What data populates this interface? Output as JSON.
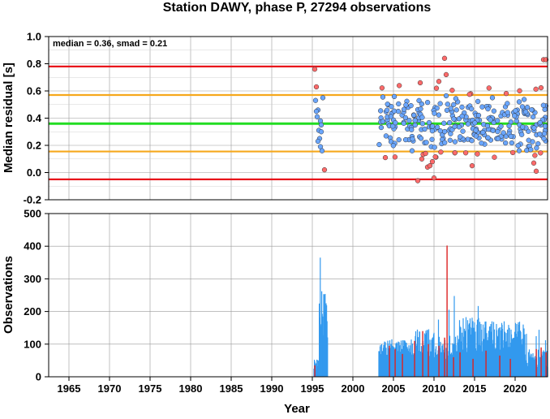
{
  "title": "Station DAWY, phase P, 27294 observations",
  "chart_data": [
    {
      "type": "scatter",
      "ylabel": "Median residual [s]",
      "xlim": [
        1962.5,
        2024
      ],
      "ylim": [
        -0.2,
        1.0
      ],
      "yticks": [
        -0.2,
        0.0,
        0.2,
        0.4,
        0.6,
        0.8,
        1.0
      ],
      "ytick_labels": [
        "-0.2",
        "0.0",
        "0.2",
        "0.4",
        "0.6",
        "0.8",
        "1.0"
      ],
      "grid": true,
      "annotation": "median = 0.36, smad = 0.21",
      "reference_lines": [
        {
          "y": 0.78,
          "color": "#e8141b"
        },
        {
          "y": 0.57,
          "color": "#f6a81c"
        },
        {
          "y": 0.36,
          "color": "#22dd22"
        },
        {
          "y": 0.155,
          "color": "#f6a81c"
        },
        {
          "y": -0.05,
          "color": "#e8141b"
        }
      ],
      "colors": {
        "inlier": "#6aa6ff",
        "outlier": "#ff6a6a"
      }
    },
    {
      "type": "bar",
      "xlabel": "Year",
      "ylabel": "Observations",
      "xlim": [
        1962.5,
        2024
      ],
      "ylim": [
        0,
        500
      ],
      "yticks": [
        0,
        100,
        200,
        300,
        400,
        500
      ],
      "ytick_labels": [
        "0",
        "100",
        "200",
        "300",
        "400",
        "500"
      ],
      "xticks": [
        1965,
        1970,
        1975,
        1980,
        1985,
        1990,
        1995,
        2000,
        2005,
        2010,
        2015,
        2020
      ],
      "xtick_labels": [
        "1965",
        "1970",
        "1975",
        "1980",
        "1985",
        "1990",
        "1995",
        "2000",
        "2005",
        "2010",
        "2015",
        "2020"
      ],
      "grid": true,
      "colors": {
        "normal": "#3399ee",
        "outlier": "#dd2222"
      }
    }
  ]
}
